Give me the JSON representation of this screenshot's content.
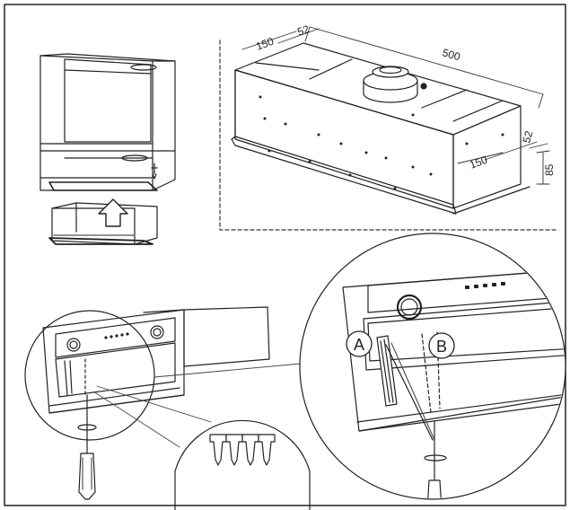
{
  "colors": {
    "line": "#222222",
    "light": "#555555",
    "paper": "#ffffff",
    "fill": "#f3f3f3"
  },
  "dimensions": {
    "top_width_a": "150",
    "top_width_b": "52",
    "length": "500",
    "side_a": "150",
    "side_b": "52",
    "height": "85"
  },
  "callouts": {
    "a": "A",
    "b": "B"
  },
  "icons": [
    "arrow-up-icon",
    "screwdriver-icon",
    "screw-icon"
  ]
}
